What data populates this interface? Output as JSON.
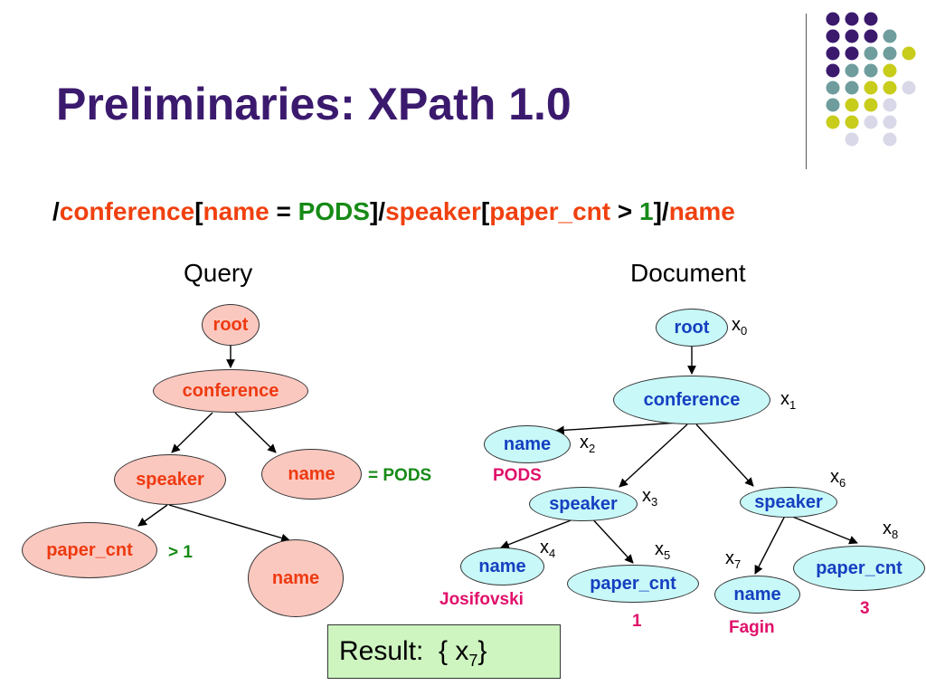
{
  "title": "Preliminaries: XPath 1.0",
  "xpath": {
    "p1": "/",
    "t1": "conference",
    "p2": "[",
    "t2": "name",
    "p3": " = ",
    "v1": "PODS",
    "p4": "]/",
    "t3": "speaker",
    "p5": "[",
    "t4": "paper_cnt",
    "p6": " > ",
    "v2": "1",
    "p7": "]/",
    "t5": "name"
  },
  "query": {
    "label": "Query",
    "nodes": {
      "root": "root",
      "conference": "conference",
      "speaker": "speaker",
      "name_pods": "name",
      "paper_cnt": "paper_cnt",
      "name_out": "name"
    },
    "predicates": {
      "name_eq": "= PODS",
      "paper_gt": "> 1"
    }
  },
  "document": {
    "label": "Document",
    "nodes": {
      "x0": {
        "label": "root",
        "var": "x",
        "idx": "0"
      },
      "x1": {
        "label": "conference",
        "var": "x",
        "idx": "1"
      },
      "x2": {
        "label": "name",
        "var": "x",
        "idx": "2",
        "value": "PODS"
      },
      "x3": {
        "label": "speaker",
        "var": "x",
        "idx": "3"
      },
      "x4": {
        "label": "name",
        "var": "x",
        "idx": "4",
        "value": "Josifovski"
      },
      "x5": {
        "label": "paper_cnt",
        "var": "x",
        "idx": "5",
        "value": "1"
      },
      "x6": {
        "label": "speaker",
        "var": "x",
        "idx": "6"
      },
      "x7": {
        "label": "name",
        "var": "x",
        "idx": "7",
        "value": "Fagin"
      },
      "x8": {
        "label": "paper_cnt",
        "var": "x",
        "idx": "8",
        "value": "3"
      }
    }
  },
  "result": {
    "prefix": "Result:  { x",
    "idx": "7",
    "suffix": "}"
  },
  "colors": {
    "title": "#3b1a6e",
    "keyword": "#f0400f",
    "value": "#168a16",
    "query_fill": "#fbc8c0",
    "doc_fill": "#c8f8f8",
    "doc_text": "#1540c0",
    "doc_value": "#e0106a",
    "result_fill": "#cef5c0",
    "dot_purple": "#3b1a6e",
    "dot_teal": "#6f9d9d",
    "dot_olive": "#c8cc1a",
    "dot_lav": "#d8d8e8"
  }
}
